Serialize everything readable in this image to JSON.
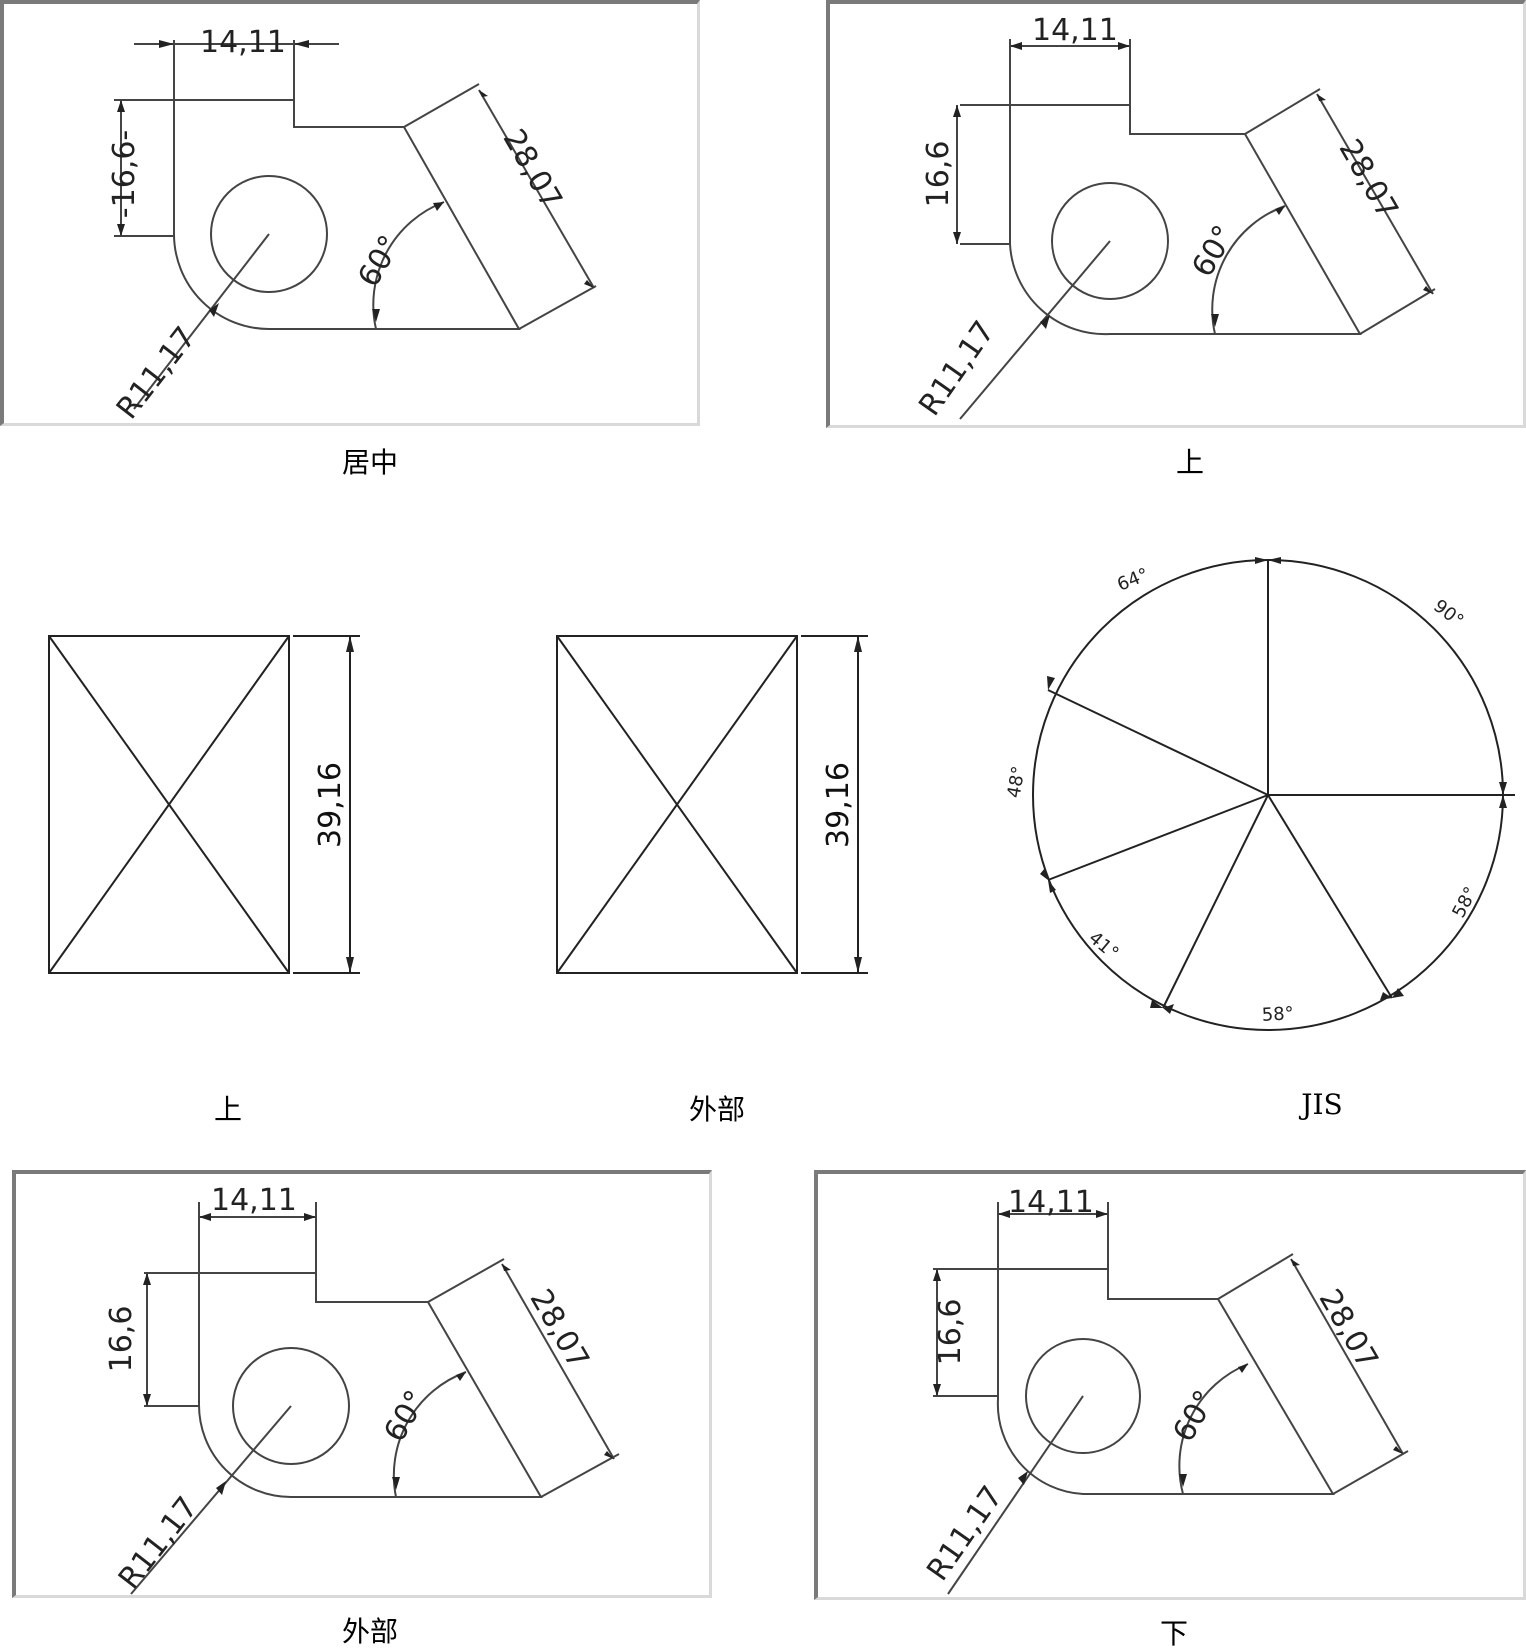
{
  "captions": {
    "top_left": "居中",
    "top_right": "上",
    "mid_left": "上",
    "mid_center": "外部",
    "mid_right": "JIS",
    "bottom_left": "外部",
    "bottom_right": "下"
  },
  "bracket_dims": {
    "width": "14,11",
    "height_outside": "-16,6-",
    "height": "16,6",
    "slant": "28,07",
    "angle": "60°",
    "radius": "R11,17"
  },
  "rect_dims": {
    "height": "39,16"
  },
  "circle_angles": {
    "a64": "64°",
    "a90": "90°",
    "a48": "48°",
    "a58_right": "58°",
    "a41": "41°",
    "a58_bottom": "58°"
  },
  "colors": {
    "line": "#444444",
    "panel_border_dark": "#7a7a7a",
    "panel_border_light": "#d9d9d9"
  }
}
